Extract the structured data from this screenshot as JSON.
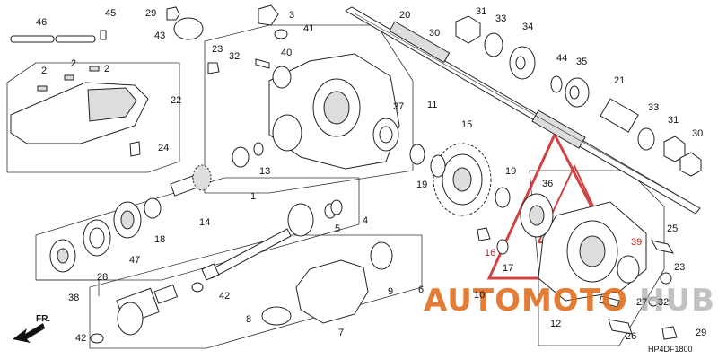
{
  "diagram_code": "HP4DF1800",
  "front_marker": "FR.",
  "watermark": {
    "part1": "AUTOMOTO",
    "part2": "HUB",
    "color_primary": "#e07020",
    "color_secondary": "#d9d9d9",
    "accent_red": "#cc2222"
  },
  "callouts": [
    {
      "num": "46"
    },
    {
      "num": "45"
    },
    {
      "num": "29"
    },
    {
      "num": "43"
    },
    {
      "num": "2"
    },
    {
      "num": "2"
    },
    {
      "num": "2"
    },
    {
      "num": "22"
    },
    {
      "num": "24"
    },
    {
      "num": "3"
    },
    {
      "num": "41"
    },
    {
      "num": "23"
    },
    {
      "num": "32"
    },
    {
      "num": "40"
    },
    {
      "num": "37"
    },
    {
      "num": "11"
    },
    {
      "num": "13"
    },
    {
      "num": "1"
    },
    {
      "num": "20"
    },
    {
      "num": "31"
    },
    {
      "num": "33"
    },
    {
      "num": "30"
    },
    {
      "num": "34"
    },
    {
      "num": "44"
    },
    {
      "num": "35"
    },
    {
      "num": "21"
    },
    {
      "num": "33"
    },
    {
      "num": "31"
    },
    {
      "num": "30"
    },
    {
      "num": "15"
    },
    {
      "num": "19"
    },
    {
      "num": "19"
    },
    {
      "num": "36"
    },
    {
      "num": "14"
    },
    {
      "num": "4"
    },
    {
      "num": "5"
    },
    {
      "num": "18"
    },
    {
      "num": "47"
    },
    {
      "num": "28"
    },
    {
      "num": "38"
    },
    {
      "num": "42"
    },
    {
      "num": "6"
    },
    {
      "num": "9"
    },
    {
      "num": "8"
    },
    {
      "num": "7"
    },
    {
      "num": "42"
    },
    {
      "num": "16"
    },
    {
      "num": "17"
    },
    {
      "num": "39"
    },
    {
      "num": "25"
    },
    {
      "num": "23"
    },
    {
      "num": "10"
    },
    {
      "num": "12"
    },
    {
      "num": "27"
    },
    {
      "num": "32"
    },
    {
      "num": "26"
    },
    {
      "num": "29"
    }
  ]
}
